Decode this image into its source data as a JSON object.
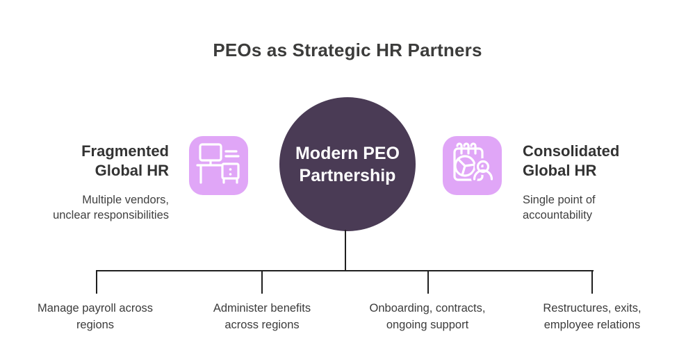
{
  "colors": {
    "circle_fill": "#4a3b55",
    "icon_background": "#e0a6f7",
    "icon_stroke": "#ffffff",
    "connector_line": "#1f1f1f",
    "heading_text": "#333333",
    "body_text": "#3b3b3b"
  },
  "header": {
    "title": "PEOs as Strategic HR Partners"
  },
  "center_node": {
    "label_lines": [
      "Modern PEO",
      "Partnership"
    ]
  },
  "left_node": {
    "heading_lines": [
      "Fragmented",
      "Global HR"
    ],
    "subtitle_lines": [
      "Multiple vendors,",
      "unclear responsibilities"
    ],
    "icon": "desk-icon"
  },
  "right_node": {
    "heading_lines": [
      "Consolidated",
      "Global HR"
    ],
    "subtitle_lines": [
      "Single point of",
      "accountability"
    ],
    "icon": "calendar-chart-person-icon"
  },
  "branches": [
    {
      "label_lines": [
        "Manage payroll across",
        "regions"
      ]
    },
    {
      "label_lines": [
        "Administer benefits",
        "across regions"
      ]
    },
    {
      "label_lines": [
        "Onboarding, contracts,",
        "ongoing support"
      ]
    },
    {
      "label_lines": [
        "Restructures, exits,",
        "employee relations"
      ]
    }
  ]
}
